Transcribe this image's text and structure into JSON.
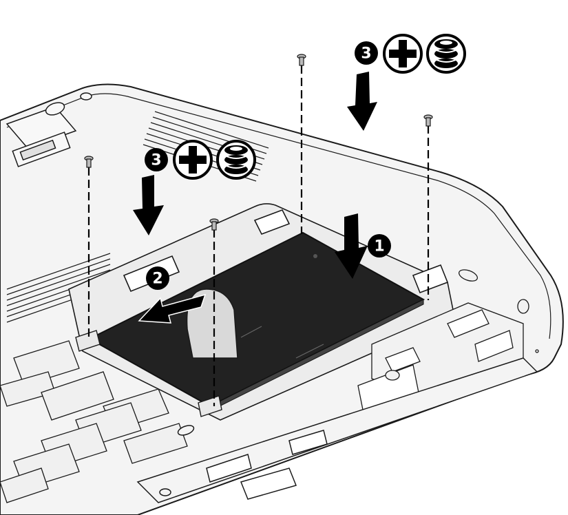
{
  "figure": {
    "callouts": [
      {
        "id": "1",
        "label": "1",
        "meaning": "press-drive-down"
      },
      {
        "id": "2",
        "label": "2",
        "meaning": "slide-drive-out"
      },
      {
        "id": "3a",
        "label": "3",
        "meaning": "install-screws"
      },
      {
        "id": "3b",
        "label": "3",
        "meaning": "install-screws"
      }
    ],
    "icons": {
      "screwdriver": "phillips-screwdriver-icon",
      "screw_count": "screw-stack-icon"
    },
    "colors": {
      "outline": "#1a1a1a",
      "drive_fill": "#222222",
      "chassis_fill": "#f4f4f4",
      "callout_fill": "#000000"
    }
  }
}
